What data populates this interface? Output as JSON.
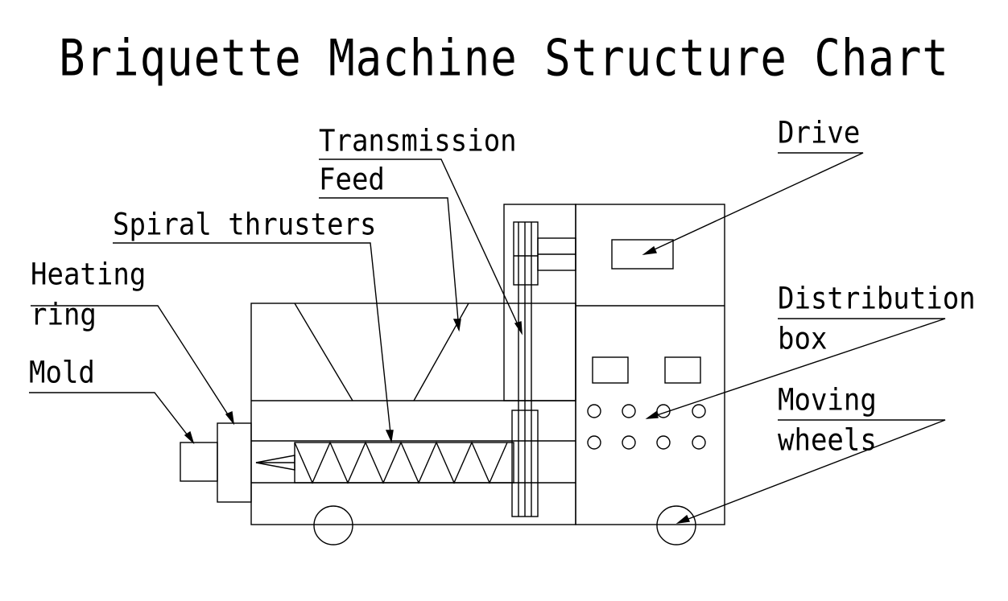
{
  "title": "Briquette Machine Structure Chart",
  "labels": {
    "transmission": "Transmission",
    "feed": "Feed",
    "spiral_thrusters": "Spiral thrusters",
    "heating_ring_line1": "Heating",
    "heating_ring_line2": "ring",
    "mold": "Mold",
    "drive": "Drive",
    "distribution_box_line1": "Distribution",
    "distribution_box_line2": "box",
    "moving_wheels_line1": "Moving",
    "moving_wheels_line2": "wheels"
  },
  "colors": {
    "line": "#000000",
    "background": "#ffffff"
  }
}
